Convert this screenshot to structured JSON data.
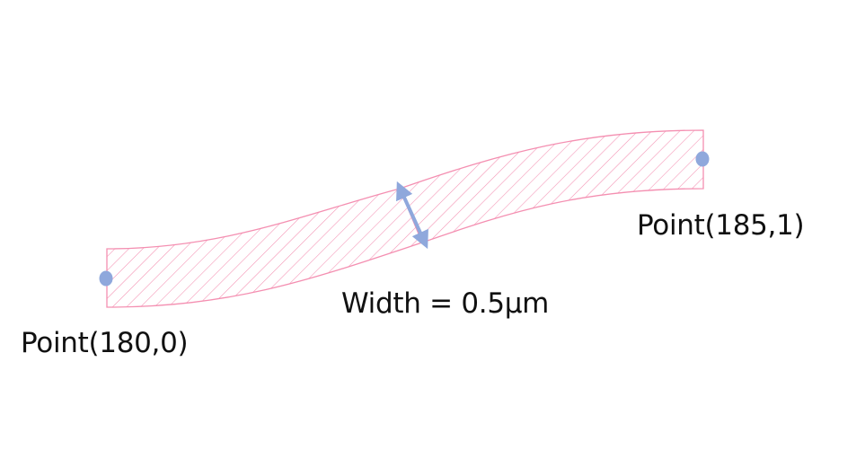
{
  "labels": {
    "start_point": "Point(180,0)",
    "end_point": "Point(185,1)",
    "width": "Width = 0.5μm"
  },
  "colors": {
    "waveguide_stroke": "#f48fb1",
    "hatch": "#f48fb1",
    "point_marker": "#8fa8dc",
    "width_arrow": "#8fa8dc",
    "text": "#111111"
  }
}
